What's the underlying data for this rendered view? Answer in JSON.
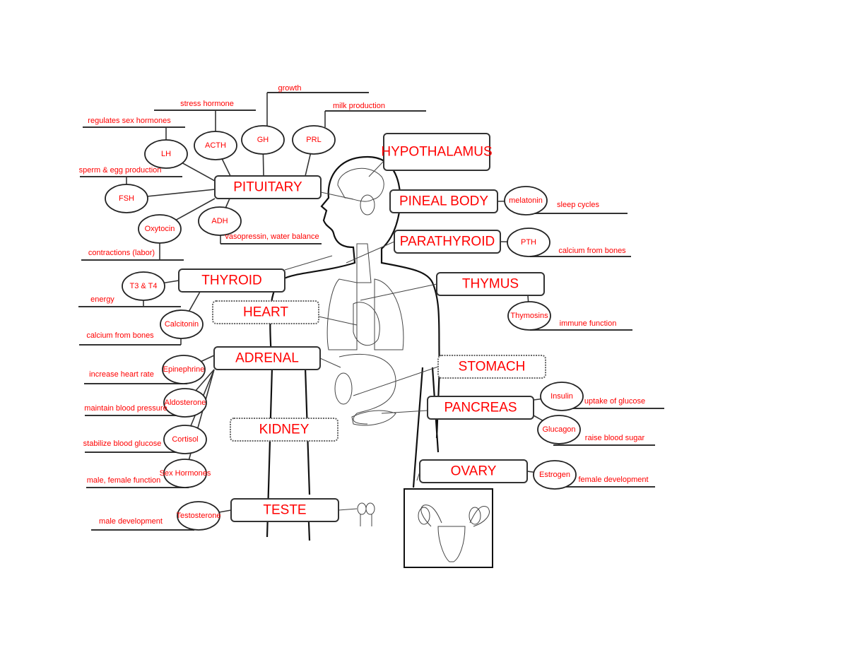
{
  "colors": {
    "label": "#ff0000",
    "outline": "#333333"
  },
  "organs": [
    {
      "id": "hypothalamus",
      "label": "HYPOTHALAMUS"
    },
    {
      "id": "pituitary",
      "label": "PITUITARY"
    },
    {
      "id": "pineal",
      "label": "PINEAL BODY"
    },
    {
      "id": "parathyroid",
      "label": "PARATHYROID"
    },
    {
      "id": "thyroid",
      "label": "THYROID"
    },
    {
      "id": "thymus",
      "label": "THYMUS"
    },
    {
      "id": "heart",
      "label": "HEART"
    },
    {
      "id": "adrenal",
      "label": "ADRENAL"
    },
    {
      "id": "stomach",
      "label": "STOMACH"
    },
    {
      "id": "pancreas",
      "label": "PANCREAS"
    },
    {
      "id": "kidney",
      "label": "KIDNEY"
    },
    {
      "id": "ovary",
      "label": "OVARY"
    },
    {
      "id": "teste",
      "label": "TESTE"
    }
  ],
  "hormones": [
    {
      "label": "LH",
      "function": "regulates sex hormones"
    },
    {
      "label": "ACTH",
      "function": "stress hormone"
    },
    {
      "label": "GH",
      "function": "growth"
    },
    {
      "label": "PRL",
      "function": "milk production"
    },
    {
      "label": "FSH",
      "function": "sperm & egg production"
    },
    {
      "label": "ADH",
      "function": "vasopressin, water balance"
    },
    {
      "label": "Oxytocin",
      "function": "contractions (labor)"
    },
    {
      "label": "melatonin",
      "function": "sleep cycles"
    },
    {
      "label": "PTH",
      "function": "calcium from bones"
    },
    {
      "label": "T3 & T4",
      "function": "energy"
    },
    {
      "label": "Calcitonin",
      "function": "calcium from bones"
    },
    {
      "label": "Thymosins",
      "function": "immune function"
    },
    {
      "label": "Epinephrine",
      "function": "increase heart rate"
    },
    {
      "label": "Aldosterone",
      "function": "maintain blood pressure"
    },
    {
      "label": "Cortisol",
      "function": "stabilize blood glucose"
    },
    {
      "label": "Sex Hormones",
      "function": "male, female function"
    },
    {
      "label": "Insulin",
      "function": "uptake of glucose"
    },
    {
      "label": "Glucagon",
      "function": "raise blood sugar"
    },
    {
      "label": "Estrogen",
      "function": "female development"
    },
    {
      "label": "Testosterone",
      "function": "male development"
    }
  ]
}
